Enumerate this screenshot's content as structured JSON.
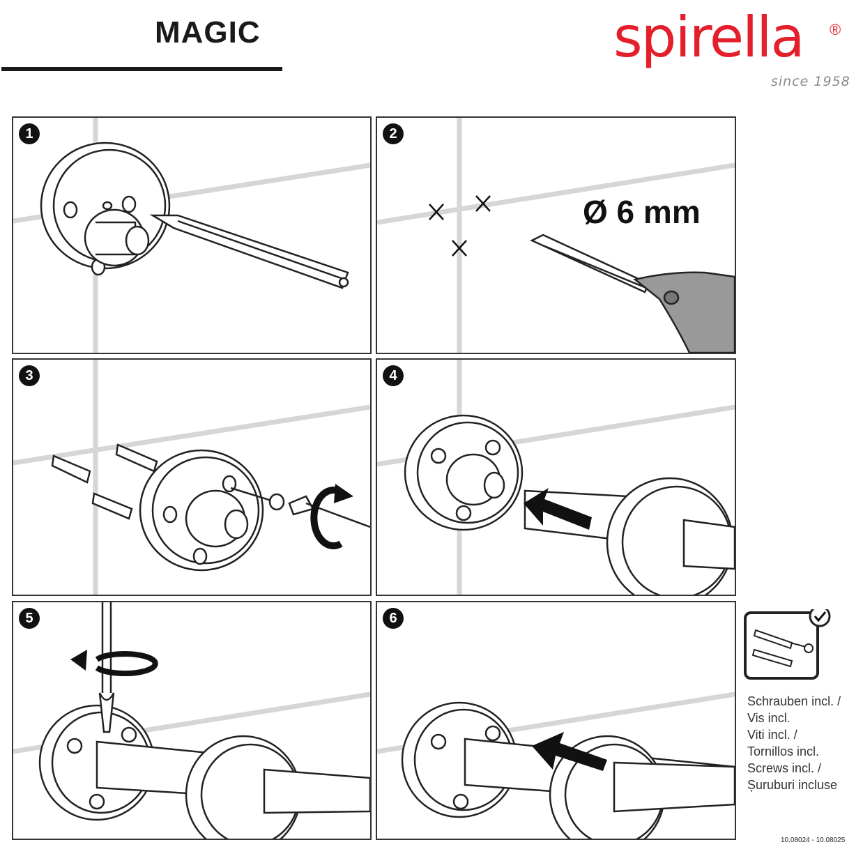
{
  "header": {
    "product_name": "MAGIC",
    "brand": "spirella",
    "registered_mark": "®",
    "tagline": "since 1958",
    "brand_color": "#e41e2b"
  },
  "steps": [
    {
      "number": "1"
    },
    {
      "number": "2",
      "drill_size": "Ø 6 mm"
    },
    {
      "number": "3"
    },
    {
      "number": "4"
    },
    {
      "number": "5"
    },
    {
      "number": "6"
    }
  ],
  "hardware": {
    "icon": "screws-and-plugs-check-icon",
    "lines": [
      "Schrauben incl. /",
      "Vis incl.",
      "Viti incl. /",
      "Tornillos incl.",
      "Screws incl. /",
      "Șuruburi incluse"
    ]
  },
  "article_numbers": "10.08024 - 10.08025"
}
